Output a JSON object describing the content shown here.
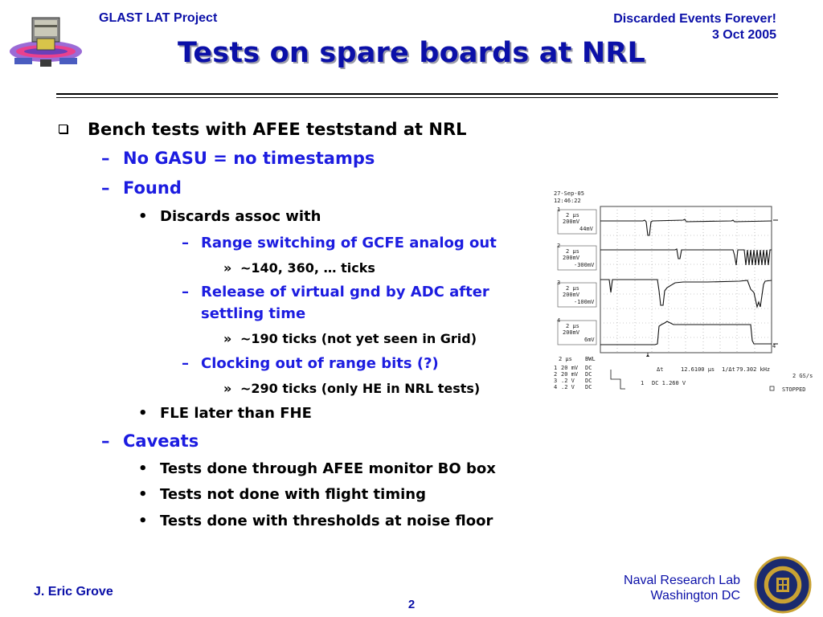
{
  "header": {
    "left": "GLAST LAT Project",
    "right_line1": "Discarded Events Forever!",
    "right_line2": "3 Oct 2005"
  },
  "title": "Tests on spare boards at NRL",
  "body": {
    "l1_bench": "Bench tests with AFEE teststand at NRL",
    "l2_no_gasu": "No GASU = no timestamps",
    "l2_found": "Found",
    "l3_discards": "Discards assoc with",
    "l4_range": "Range switching of GCFE analog out",
    "l5_ticks140": "~140, 360, … ticks",
    "l4_release_a": "Release of virtual gnd by ADC after",
    "l4_release_b": "settling time",
    "l5_ticks190": "~190 ticks (not yet seen in Grid)",
    "l4_clocking": "Clocking out of range bits (?)",
    "l5_ticks290": "~290 ticks (only HE in NRL tests)",
    "l3_fle": "FLE later than FHE",
    "l2_caveats": "Caveats",
    "l3_cav1": "Tests done through AFEE monitor BO box",
    "l3_cav2": "Tests not done with flight timing",
    "l3_cav3": "Tests done with thresholds at noise floor"
  },
  "markers": {
    "dash": "–",
    "dot": "•",
    "guillemet": "»"
  },
  "scope": {
    "date": "27-Sep-05",
    "time": "12:46:22",
    "ch1": {
      "num": "1",
      "div": "2 µs",
      "volt": "200mV",
      "offset": "44mV"
    },
    "ch2": {
      "num": "2",
      "div": "2 µs",
      "volt": "200mV",
      "offset": "-300mV"
    },
    "ch3": {
      "num": "3",
      "div": "2 µs",
      "volt": "200mV",
      "offset": "-100mV"
    },
    "ch4": {
      "num": "4",
      "div": "2 µs",
      "volt": "200mV",
      "offset": "6mV"
    },
    "timebase": "2 µs",
    "bwl": "BWL",
    "delta_t": "Δt",
    "delta_t_val": "12.6100 µs",
    "inv_dt": "1/Δt",
    "freq": "79.302 kHz",
    "rows": [
      {
        "ch": "1",
        "v": "20 mV",
        "cpl": "DC"
      },
      {
        "ch": "2",
        "v": "20 mV",
        "cpl": "DC"
      },
      {
        "ch": "3",
        "v": ".2  V",
        "cpl": "DC"
      },
      {
        "ch": "4",
        "v": ".2  V",
        "cpl": "DC"
      }
    ],
    "trig_ch": "1",
    "trig": "DC 1.260 V",
    "rate": "2 GS/s",
    "status": "STOPPED"
  },
  "footer": {
    "author": "J. Eric Grove",
    "page": "2",
    "org1": "Naval Research Lab",
    "org2": "Washington DC"
  },
  "colors": {
    "header_blue": "#0b10a8",
    "bullet_blue": "#1c1ce0"
  },
  "icons": [
    "glast-satellite-logo",
    "nrl-seal-logo",
    "oscilloscope-screenshot"
  ]
}
